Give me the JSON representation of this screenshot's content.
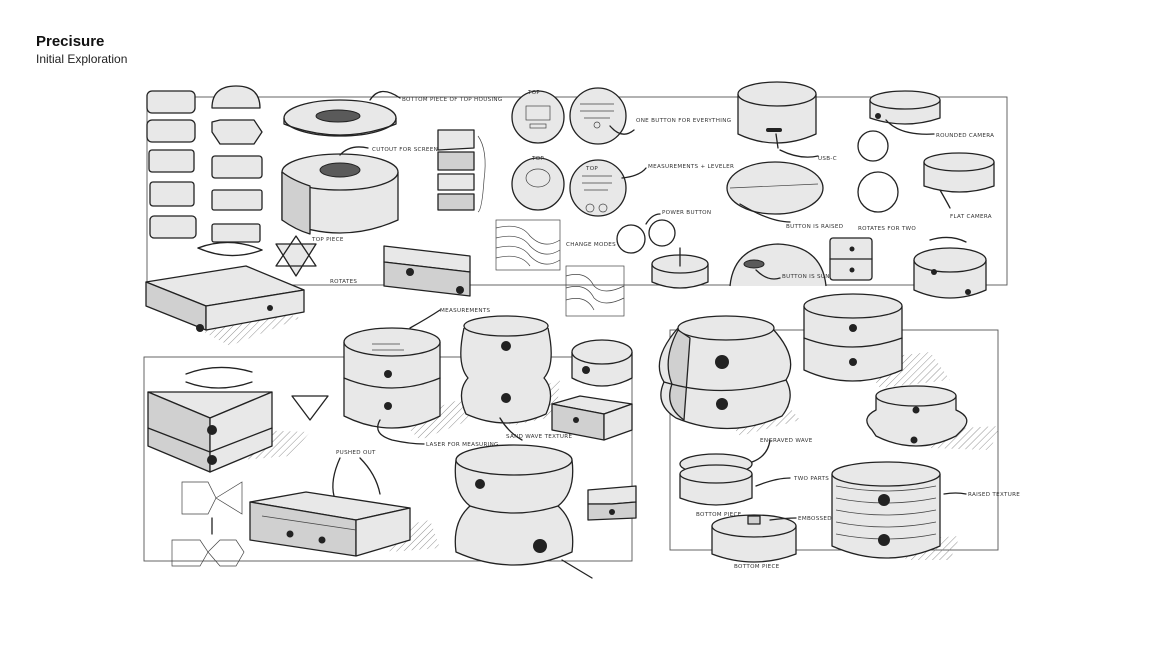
{
  "header": {
    "title": "Precisure",
    "subtitle": "Initial Exploration"
  },
  "annotations": {
    "bottom_piece": "BOTTOM PIECE OF TOP HOUSING",
    "cutout": "CUTOUT FOR SCREEN",
    "top_piece": "TOP PIECE",
    "rotates": "ROTATES",
    "one_button": "ONE BUTTON FOR EVERYTHING",
    "measurements_leveler": "MEASUREMENTS + LEVELER",
    "power_button": "POWER BUTTON",
    "change_modes": "CHANGE MODES",
    "usb_c": "USB-C",
    "button_raised": "BUTTON IS RAISED",
    "button_sunk": "BUTTON IS SUNKED",
    "rounded_camera": "ROUNDED CAMERA",
    "flat_camera": "FLAT CAMERA",
    "rotates_two": "ROTATES FOR TWO",
    "measurements": "MEASUREMENTS",
    "pushed_out": "PUSHED OUT",
    "laser": "LASER FOR MEASURING",
    "sand": "SAND WAVE TEXTURE",
    "engrave": "ENGRAVED WAVE",
    "two_parts": "TWO PARTS",
    "bottom_piece_a": "BOTTOM PIECE",
    "bottom_piece_b": "BOTTOM PIECE",
    "embossed": "EMBOSSED",
    "raised_texture": "RAISED TEXTURE",
    "top": "TOP",
    "top2": "TOP",
    "top3": "TOP"
  }
}
